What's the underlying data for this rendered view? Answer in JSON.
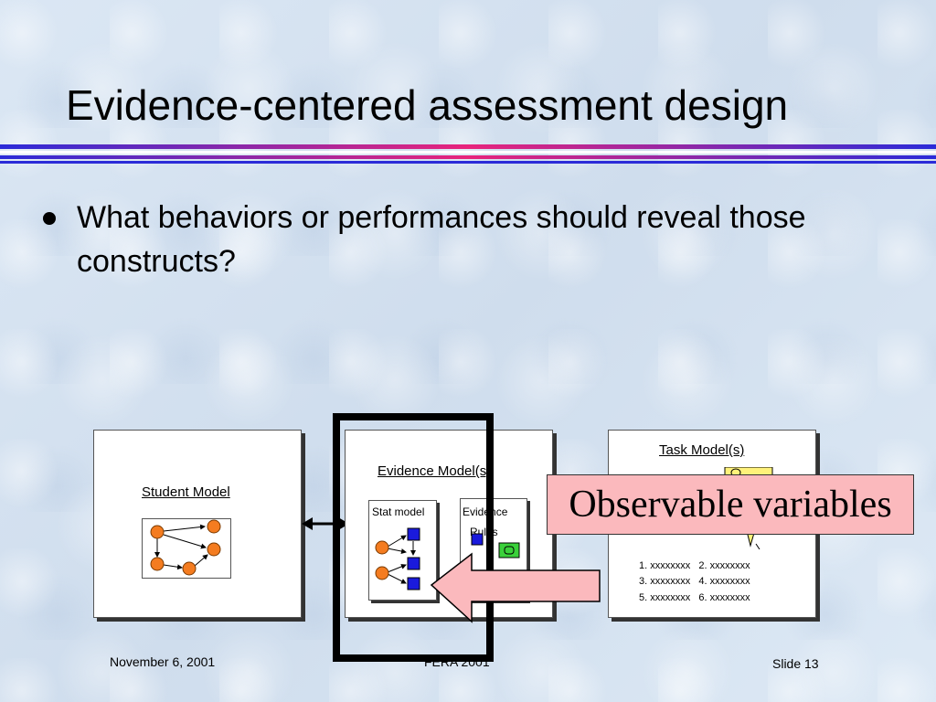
{
  "slide": {
    "title": "Evidence-centered assessment design",
    "bullet": "What behaviors or performances should reveal those constructs?"
  },
  "diagram": {
    "student_model_label": "Student Model",
    "evidence_model_label": "Evidence Model(s)",
    "stat_model_label": "Stat model",
    "evidence_rules_label_1": "Evidence",
    "evidence_rules_label_2": "Rules",
    "task_model_label": "Task Model(s)",
    "task_lines": [
      "1. xxxxxxxx   2. xxxxxxxx",
      "3. xxxxxxxx   4. xxxxxxxx",
      "5. xxxxxxxx   6. xxxxxxxx"
    ],
    "callout": "Observable variables"
  },
  "footer": {
    "date": "November 6, 2001",
    "event": "FERA 2001",
    "slide_number": "Slide 13"
  },
  "colors": {
    "node_orange": "#f47c20",
    "node_blue": "#1a1adc",
    "callout_fill": "#fbb9bd",
    "rule_blue": "#2b2bd8",
    "rule_pink": "#e8247c"
  }
}
